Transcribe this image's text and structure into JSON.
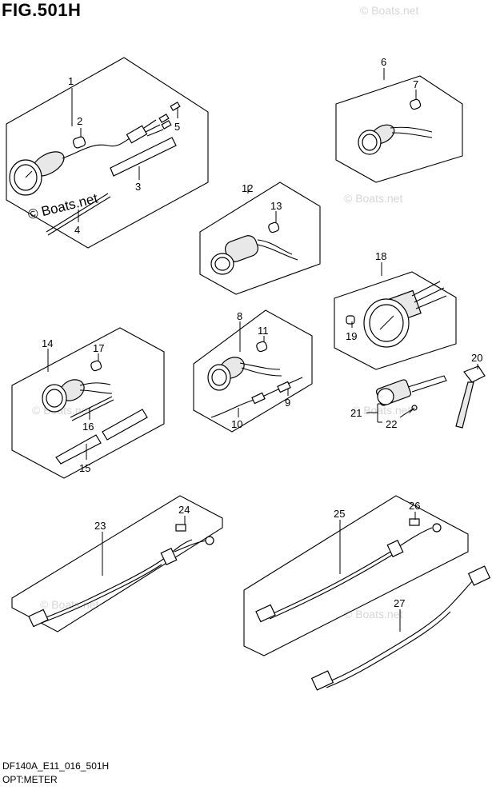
{
  "figure": {
    "title": "FIG.501H",
    "code": "DF140A_E11_016_501H",
    "name": "OPT:METER"
  },
  "watermarks": {
    "main": "© Boats.net",
    "faint": "© Boats.net"
  },
  "callouts": [
    "1",
    "2",
    "3",
    "4",
    "5",
    "6",
    "7",
    "8",
    "9",
    "10",
    "11",
    "12",
    "13",
    "14",
    "15",
    "16",
    "17",
    "18",
    "19",
    "20",
    "21",
    "22",
    "23",
    "24",
    "25",
    "26",
    "27"
  ]
}
